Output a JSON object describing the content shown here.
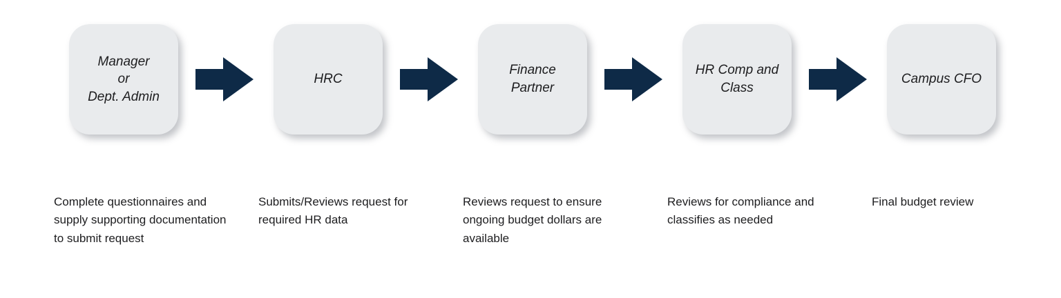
{
  "diagram": {
    "type": "process-flow",
    "arrow_color": "#0e2a47",
    "box_fill": "#e9ebed",
    "text_color": "#1d1d1f",
    "steps": [
      {
        "label": "Manager\nor\nDept. Admin",
        "description": "Complete questionnaires and supply supporting documentation to submit request"
      },
      {
        "label": "HRC",
        "description": "Submits/Reviews request for required HR data"
      },
      {
        "label": "Finance\nPartner",
        "description": "Reviews request to ensure ongoing budget dollars are available"
      },
      {
        "label": "HR Comp and\nClass",
        "description": "Reviews for compliance and classifies as needed"
      },
      {
        "label": "Campus CFO",
        "description": "Final budget review"
      }
    ]
  }
}
